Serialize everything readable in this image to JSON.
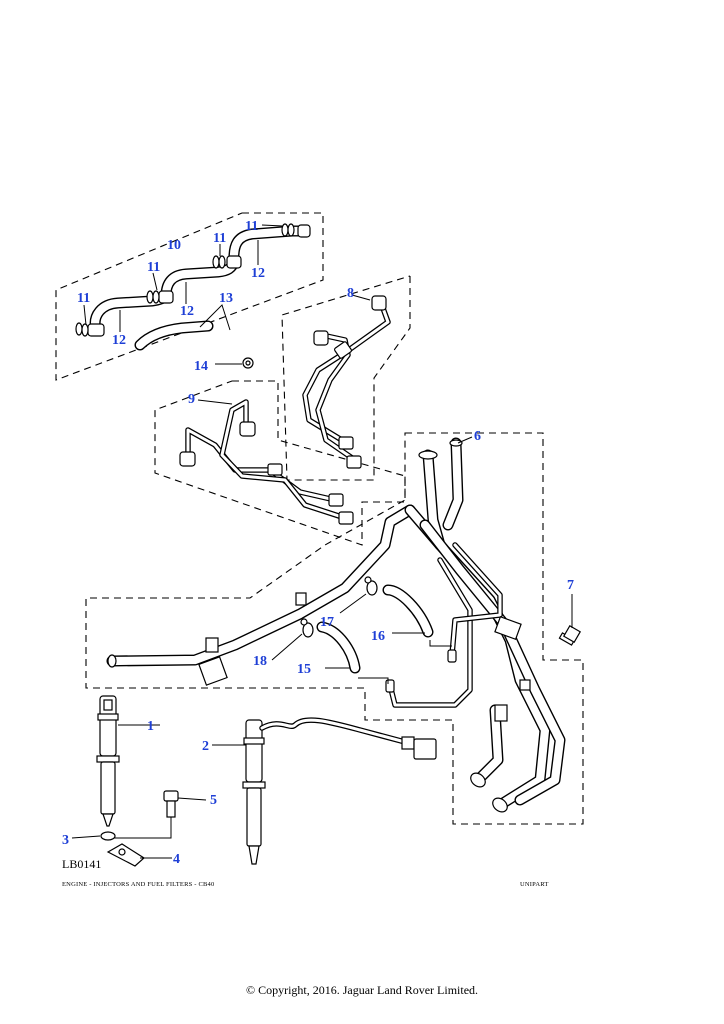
{
  "diagram": {
    "reference_code": "LB0141",
    "footer_left": "ENGINE - INJECTORS AND FUEL FILTERS - CB40",
    "footer_right": "UNIPART",
    "copyright": "© Copyright, 2016. Jaguar Land Rover Limited."
  },
  "callouts": {
    "c1": "1",
    "c2": "2",
    "c3": "3",
    "c4": "4",
    "c5": "5",
    "c6": "6",
    "c7": "7",
    "c8": "8",
    "c9": "9",
    "c10": "10",
    "c11a": "11",
    "c11b": "11",
    "c11c": "11",
    "c11d": "11",
    "c12a": "12",
    "c12b": "12",
    "c12c": "12",
    "c13": "13",
    "c14": "14",
    "c15": "15",
    "c16": "16",
    "c17": "17",
    "c18": "18"
  }
}
